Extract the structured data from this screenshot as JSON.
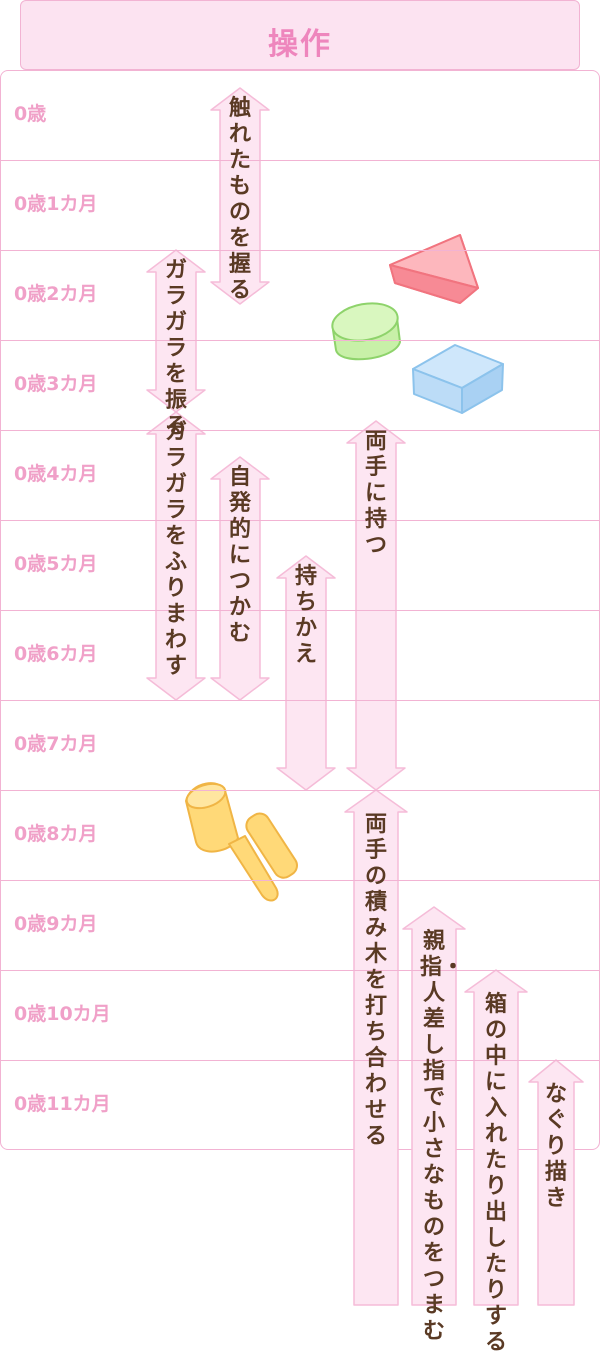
{
  "header": {
    "title": "操作"
  },
  "ages": [
    "0歳",
    "0歳1カ月",
    "0歳2カ月",
    "0歳3カ月",
    "0歳4カ月",
    "0歳5カ月",
    "0歳6カ月",
    "0歳7カ月",
    "0歳8カ月",
    "0歳9カ月",
    "0歳10カ月",
    "0歳11カ月"
  ],
  "milestones": [
    {
      "label": "触れたものを握る",
      "start_month": 0.2,
      "end_month": 2.6
    },
    {
      "label": "ガラガラを振る",
      "start_month": 2.0,
      "end_month": 3.8
    },
    {
      "label": "ガラガラをふりまわす",
      "start_month": 3.8,
      "end_month": 7.0
    },
    {
      "label": "自発的につかむ",
      "start_month": 4.3,
      "end_month": 7.0
    },
    {
      "label": "持ちかえ",
      "start_month": 5.4,
      "end_month": 8.0
    },
    {
      "label": "両手に持つ",
      "start_month": 3.9,
      "end_month": 8.0
    },
    {
      "label": "両手の積み木を打ち合わせる",
      "start_month": 8.0,
      "end_month": 12.0
    },
    {
      "label": "親指・人差し指で小さなものをつまむ",
      "start_month": 9.3,
      "end_month": 12.0
    },
    {
      "label": "箱の中に入れたり出したりする",
      "start_month": 10.0,
      "end_month": 12.0
    },
    {
      "label": "なぐり描き",
      "start_month": 11.0,
      "end_month": 12.0
    }
  ],
  "colors": {
    "header_bg": "#fce3f1",
    "border": "#f2b3d3",
    "age_text": "#f0a0c8",
    "arrow_fill": "#fde6f2",
    "arrow_stroke": "#f5bcd8",
    "arrow_text": "#5a3a24"
  },
  "illustrations": [
    "triangle-block",
    "cylinder-block",
    "cube-block",
    "wooden-mallet"
  ]
}
